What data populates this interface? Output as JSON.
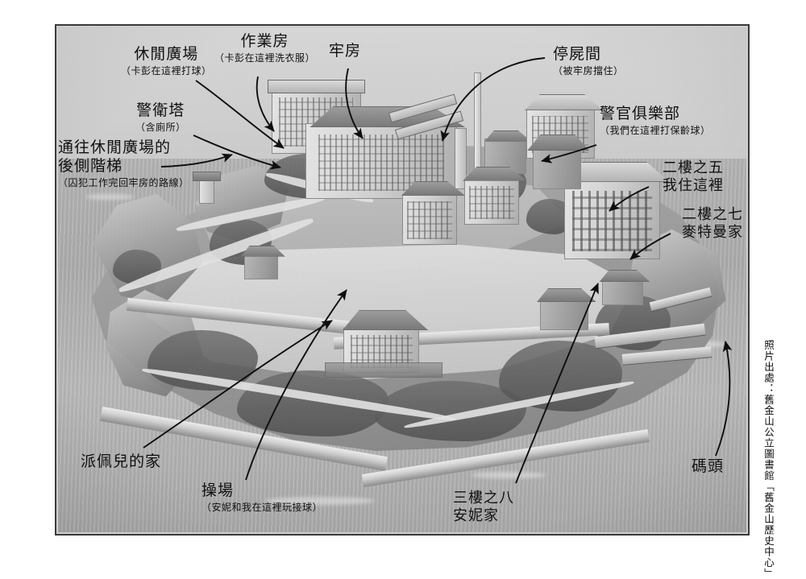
{
  "page": {
    "kind": "annotated-photograph",
    "background_color": "#ffffff",
    "frame_border_color": "#3a3a3a"
  },
  "photo": {
    "subject": "aerial-photograph-of-alcatraz-island",
    "tone": "black-and-white halftone",
    "base_color": "#c6c6c6"
  },
  "credit": {
    "text": "照片出處：舊金山公立圖書館「舊金山歷史中心」"
  },
  "annotations": [
    {
      "id": "recreation-yard",
      "main": "休閒廣場",
      "sub": "（卡彭在這裡打球）"
    },
    {
      "id": "workshop",
      "main": "作業房",
      "sub": "（卡彭在這裡洗衣服）"
    },
    {
      "id": "cellhouse",
      "main": "牢房",
      "sub": ""
    },
    {
      "id": "morgue",
      "main": "停屍間",
      "sub": "（被牢房擋住）"
    },
    {
      "id": "guard-tower",
      "main": "警衛塔",
      "sub": "（含廁所）"
    },
    {
      "id": "back-stairs",
      "main": "通往休閒廣場的",
      "main2": "後側階梯",
      "sub": "（囚犯工作完回牢房的路線）"
    },
    {
      "id": "officers-club",
      "main": "警官俱樂部",
      "sub": "（我們在這裡打保齡球）"
    },
    {
      "id": "apartment-2-5",
      "main": "二樓之五",
      "main2": "我住這裡",
      "sub": ""
    },
    {
      "id": "apartment-2-7",
      "main": "二樓之七",
      "main2": "麥特曼家",
      "sub": ""
    },
    {
      "id": "pipers-home",
      "main": "派佩兒的家",
      "sub": ""
    },
    {
      "id": "parade-ground",
      "main": "操場",
      "sub": "（安妮和我在這裡玩接球）"
    },
    {
      "id": "apartment-3-8",
      "main": "三樓之八",
      "main2": "安妮家",
      "sub": ""
    },
    {
      "id": "dock",
      "main": "碼頭",
      "sub": ""
    }
  ]
}
